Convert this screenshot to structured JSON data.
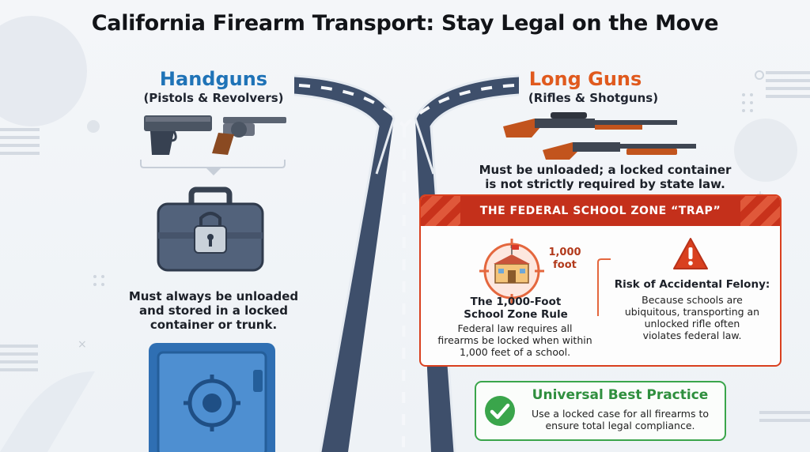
{
  "title": "California Firearm Transport: Stay Legal on the Move",
  "handguns": {
    "heading": "Handguns",
    "subheading": "(Pistols & Revolvers)",
    "rule_lines": [
      "Must always be unloaded",
      "and stored in a locked",
      "container or trunk."
    ]
  },
  "long_guns": {
    "heading": "Long Guns",
    "subheading": "(Rifles & Shotguns)",
    "rule_lines": [
      "Must be unloaded; a locked container",
      "is not strictly required by state law."
    ]
  },
  "school_zone": {
    "banner": "THE FEDERAL SCHOOL ZONE “TRAP”",
    "distance_line1": "1,000",
    "distance_line2": "foot",
    "rule_title_lines": [
      "The 1,000-Foot",
      "School Zone Rule"
    ],
    "rule_body_lines": [
      "Federal law requires all",
      "firearms be locked when within",
      "1,000 feet of a school."
    ],
    "risk_title": "Risk of Accidental Felony:",
    "risk_body_lines": [
      "Because schools are",
      "ubiquitous, transporting an",
      "unlocked rifle often",
      "violates federal law."
    ]
  },
  "best_practice": {
    "title": "Universal Best Practice",
    "body_lines": [
      "Use a locked case for all firearms to",
      "ensure total legal compliance."
    ]
  },
  "colors": {
    "handgun_accent": "#1f73b7",
    "long_gun_accent": "#e05a1e",
    "warning_red": "#d9401f",
    "success_green": "#3aa54b"
  }
}
